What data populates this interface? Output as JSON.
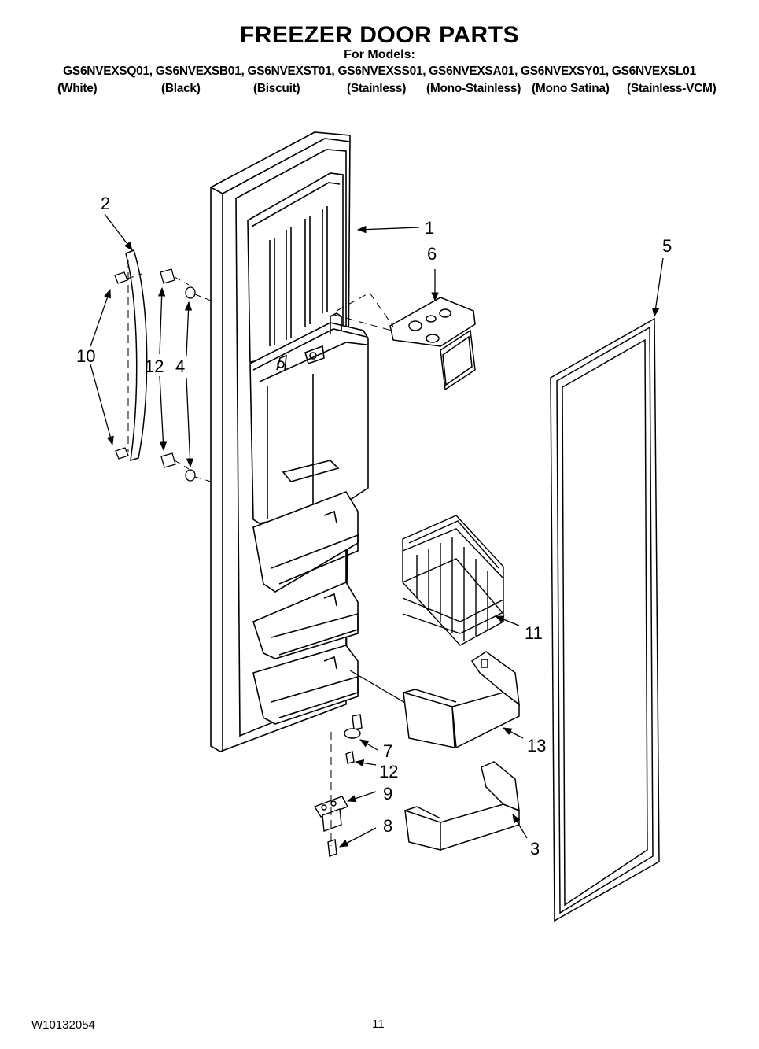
{
  "header": {
    "title": "FREEZER DOOR PARTS",
    "subtitle": "For Models:",
    "models": "GS6NVEXSQ01, GS6NVEXSB01, GS6NVEXST01, GS6NVEXSS01, GS6NVEXSA01, GS6NVEXSY01, GS6NVEXSL01",
    "colors": [
      "(White)",
      "(Black)",
      "(Biscuit)",
      "(Stainless)",
      "(Mono-Stainless)",
      "(Mono Satina)",
      "(Stainless-VCM)"
    ]
  },
  "callouts": {
    "freezer_door": "1",
    "handle_trim": "2",
    "bottom_bin": "3",
    "handle_spacer": "4",
    "door_gasket": "5",
    "dispenser_cover": "6",
    "hinge_bushing": "7",
    "hinge_screw": "8",
    "bottom_hinge": "9",
    "handle_screw": "10",
    "wire_basket": "11",
    "screw_handle": "12",
    "screw_hinge": "12",
    "middle_bin": "13"
  },
  "footer": {
    "doc_number": "W10132054",
    "page_number": "11"
  }
}
